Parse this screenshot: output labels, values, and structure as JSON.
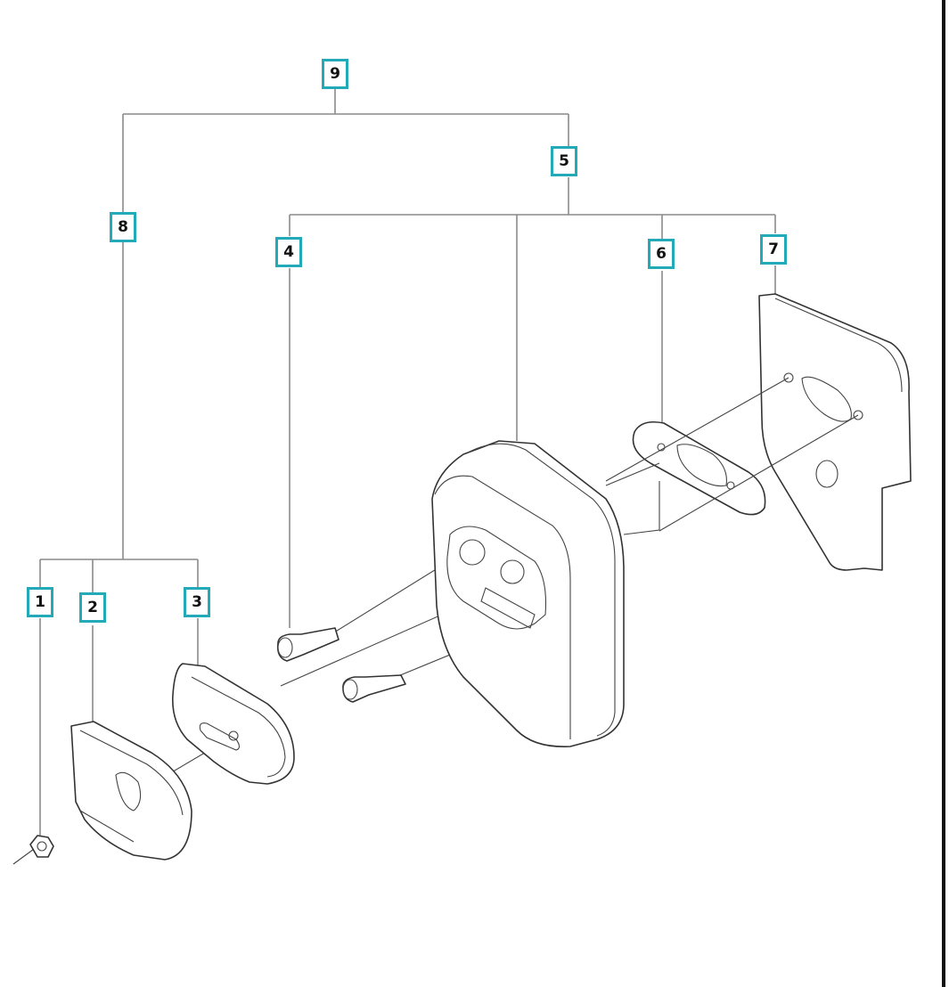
{
  "diagram": {
    "type": "exploded-parts-view",
    "accent_color": "#22aab9",
    "callouts": [
      {
        "id": "c9",
        "label": "9"
      },
      {
        "id": "c5",
        "label": "5"
      },
      {
        "id": "c8",
        "label": "8"
      },
      {
        "id": "c4",
        "label": "4"
      },
      {
        "id": "c6",
        "label": "6"
      },
      {
        "id": "c7",
        "label": "7"
      },
      {
        "id": "c1",
        "label": "1"
      },
      {
        "id": "c2",
        "label": "2"
      },
      {
        "id": "c3",
        "label": "3"
      }
    ]
  }
}
